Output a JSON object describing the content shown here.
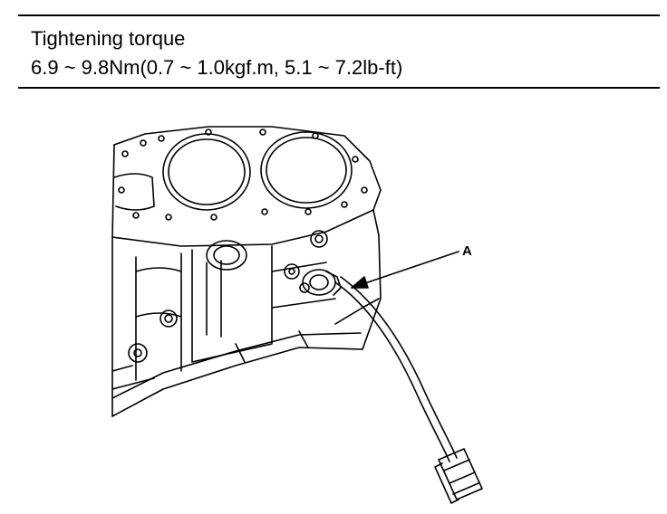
{
  "spec": {
    "title": "Tightening torque",
    "value": "6.9 ~ 9.8Nm(0.7 ~ 1.0kgf.m, 5.1 ~ 7.2lb-ft)"
  },
  "diagram": {
    "callout_a": "A"
  }
}
